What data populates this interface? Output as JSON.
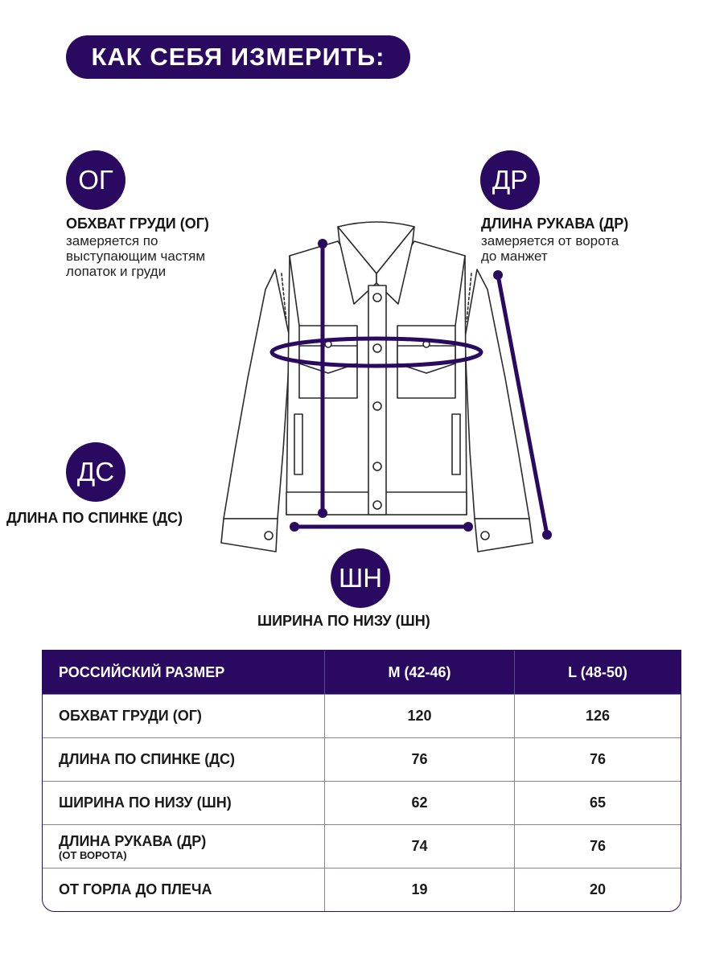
{
  "header": {
    "title": "КАК СЕБЯ ИЗМЕРИТЬ:"
  },
  "badges": {
    "og": "ОГ",
    "dr": "ДР",
    "ds": "ДС",
    "shn": "ШН"
  },
  "labels": {
    "og": {
      "title": "ОБХВАТ ГРУДИ (ОГ)",
      "desc": [
        "замеряется по",
        "выступающим частям",
        "лопаток и груди"
      ]
    },
    "dr": {
      "title": "ДЛИНА РУКАВА (ДР)",
      "desc": [
        "замеряется от ворота",
        "до манжет"
      ]
    },
    "ds": {
      "title": "ДЛИНА ПО СПИНКЕ (ДС)"
    },
    "shn": {
      "title": "ШИРИНА ПО НИЗУ (ШН)"
    }
  },
  "colors": {
    "accent": "#2a0a60",
    "line": "#2a0a60"
  },
  "table": {
    "headers": [
      "РОССИЙСКИЙ РАЗМЕР",
      "M (42-46)",
      "L (48-50)"
    ],
    "rows": [
      {
        "label": "ОБХВАТ ГРУДИ (ОГ)",
        "sub": "",
        "m": "120",
        "l": "126"
      },
      {
        "label": "ДЛИНА ПО СПИНКЕ (ДС)",
        "sub": "",
        "m": "76",
        "l": "76"
      },
      {
        "label": "ШИРИНА ПО НИЗУ (ШН)",
        "sub": "",
        "m": "62",
        "l": "65"
      },
      {
        "label": "ДЛИНА РУКАВА (ДР)",
        "sub": "(ОТ ВОРОТА)",
        "m": "74",
        "l": "76"
      },
      {
        "label": "ОТ ГОРЛА ДО ПЛЕЧА",
        "sub": "",
        "m": "19",
        "l": "20"
      }
    ]
  }
}
